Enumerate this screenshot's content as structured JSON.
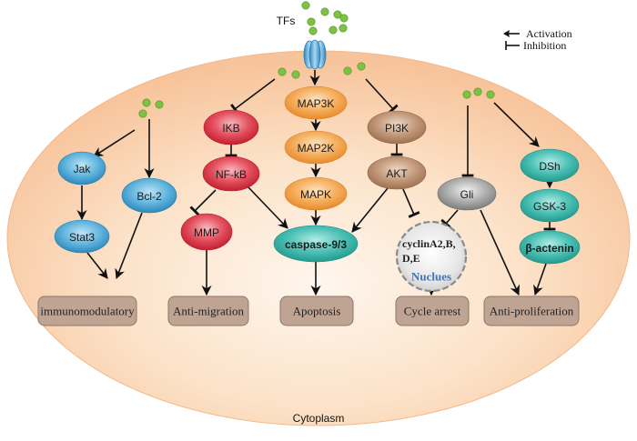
{
  "title_label": "TFs",
  "compartment_label": "Cytoplasm",
  "legend": {
    "activation": {
      "label": "Activation",
      "icon": "arrow-left-icon"
    },
    "inhibition": {
      "label": "Inhibition",
      "icon": "inhibit-bar-icon"
    }
  },
  "colors": {
    "cell_fill_center": "#fdf0e3",
    "cell_fill_edge": "#f8c8a0",
    "blue_node": "#3f9fcf",
    "red_node": "#d9303f",
    "orange_node": "#f0a040",
    "brown_node": "#b08060",
    "teal_node": "#35b0a8",
    "gray_node": "#9a9a9a",
    "outcome_box": "#bfa393",
    "dot_green": "#7dc242"
  },
  "nodes": [
    {
      "id": "jak",
      "label": "Jak",
      "color": "blue"
    },
    {
      "id": "stat3",
      "label": "Stat3",
      "color": "blue"
    },
    {
      "id": "bcl2",
      "label": "Bcl-2",
      "color": "blue"
    },
    {
      "id": "ikb",
      "label": "IKB",
      "color": "red"
    },
    {
      "id": "nfkb",
      "label": "NF-kB",
      "color": "red"
    },
    {
      "id": "mmp",
      "label": "MMP",
      "color": "red"
    },
    {
      "id": "map3k",
      "label": "MAP3K",
      "color": "orange"
    },
    {
      "id": "map2k",
      "label": "MAP2K",
      "color": "orange"
    },
    {
      "id": "mapk",
      "label": "MAPK",
      "color": "orange"
    },
    {
      "id": "caspase",
      "label": "caspase-9/3",
      "color": "teal"
    },
    {
      "id": "pi3k",
      "label": "PI3K",
      "color": "brown"
    },
    {
      "id": "akt",
      "label": "AKT",
      "color": "brown"
    },
    {
      "id": "gli",
      "label": "Gli",
      "color": "gray"
    },
    {
      "id": "dsh",
      "label": "DSh",
      "color": "teal"
    },
    {
      "id": "gsk3",
      "label": "GSK-3",
      "color": "teal"
    },
    {
      "id": "bcatenin",
      "label": "β-actenin",
      "color": "teal"
    }
  ],
  "nucleus": {
    "line1": "cyclinA2,B,",
    "line2": "D,E",
    "label": "Nuclues"
  },
  "outcomes": [
    {
      "id": "immuno",
      "label": "immunomodulatory"
    },
    {
      "id": "antimig",
      "label": "Anti-migration"
    },
    {
      "id": "apoptosis",
      "label": "Apoptosis"
    },
    {
      "id": "cyclearrest",
      "label": "Cycle arrest"
    },
    {
      "id": "antiprolif",
      "label": "Anti-proliferation"
    }
  ],
  "edges": [
    {
      "from": "TFs",
      "to": "jak",
      "type": "activation"
    },
    {
      "from": "TFs",
      "to": "bcl2",
      "type": "activation"
    },
    {
      "from": "jak",
      "to": "stat3",
      "type": "activation"
    },
    {
      "from": "stat3",
      "to": "immuno",
      "type": "activation"
    },
    {
      "from": "bcl2",
      "to": "immuno",
      "type": "activation"
    },
    {
      "from": "TFs",
      "to": "ikb",
      "type": "inhibition"
    },
    {
      "from": "ikb",
      "to": "nfkb",
      "type": "inhibition"
    },
    {
      "from": "nfkb",
      "to": "mmp",
      "type": "inhibition"
    },
    {
      "from": "nfkb",
      "to": "caspase",
      "type": "activation"
    },
    {
      "from": "mmp",
      "to": "antimig",
      "type": "activation"
    },
    {
      "from": "receptor",
      "to": "map3k",
      "type": "activation"
    },
    {
      "from": "map3k",
      "to": "map2k",
      "type": "activation"
    },
    {
      "from": "map2k",
      "to": "mapk",
      "type": "activation"
    },
    {
      "from": "mapk",
      "to": "caspase",
      "type": "activation"
    },
    {
      "from": "caspase",
      "to": "apoptosis",
      "type": "activation"
    },
    {
      "from": "TFs",
      "to": "pi3k",
      "type": "inhibition"
    },
    {
      "from": "pi3k",
      "to": "akt",
      "type": "inhibition"
    },
    {
      "from": "akt",
      "to": "caspase",
      "type": "activation"
    },
    {
      "from": "akt",
      "to": "nucleus",
      "type": "inhibition"
    },
    {
      "from": "nucleus",
      "to": "cyclearrest",
      "type": "activation"
    },
    {
      "from": "TFs",
      "to": "gli",
      "type": "inhibition"
    },
    {
      "from": "gli",
      "to": "nucleus",
      "type": "inhibition"
    },
    {
      "from": "gli",
      "to": "antiprolif",
      "type": "activation"
    },
    {
      "from": "TFs",
      "to": "dsh",
      "type": "activation"
    },
    {
      "from": "dsh",
      "to": "gsk3",
      "type": "activation"
    },
    {
      "from": "gsk3",
      "to": "bcatenin",
      "type": "inhibition"
    },
    {
      "from": "bcatenin",
      "to": "antiprolif",
      "type": "activation"
    }
  ]
}
